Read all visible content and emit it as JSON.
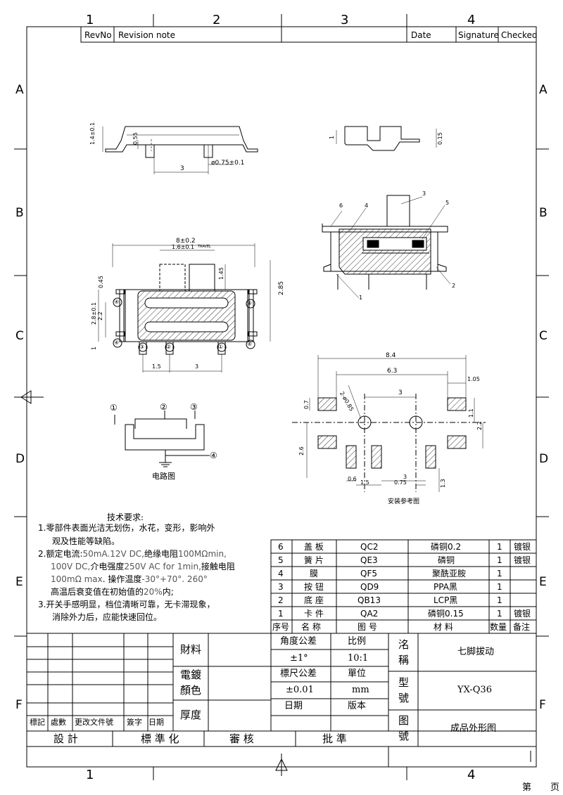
{
  "grid": {
    "cols_top": [
      "1",
      "2",
      "3",
      "4"
    ],
    "cols_bottom": [
      "1",
      "4"
    ],
    "rows": [
      "A",
      "B",
      "C",
      "D",
      "E",
      "F"
    ]
  },
  "revision_header": {
    "revno": "RevNo",
    "note": "Revision note",
    "date": "Date",
    "signature": "Signature",
    "checked": "Checked"
  },
  "dims": {
    "side_height": "1.4±0.1",
    "side_gap": "0.55",
    "side_pitch": "3",
    "side_pin": "ø0.75±0.1",
    "end_height": "1",
    "end_gap": "0.15",
    "width": "8±0.2",
    "travel": "1.6±0.1",
    "travel_label": "TRAVEL",
    "knob": "1.45",
    "total_h": "2.85",
    "body_h": "2.8±0.1",
    "body_h2": "2.2",
    "top_gap": "0.45",
    "bottom_h": "1",
    "pitch1": "1.5",
    "pitch2": "3",
    "pad_total": "8.4",
    "pad_inner": "6.3",
    "pad_w": "1.05",
    "hole_spacing": "3",
    "hole_dia": "2-ø0.85",
    "pad_h": "0.7",
    "pad_v1": "1.1",
    "pad_v2": "2.2",
    "pad_v3": "2.6",
    "pad_bot_w": "0.6",
    "pad_pitch": "1.5",
    "pad_3": "3",
    "pad_075": "0.75",
    "pad_13": "1.3"
  },
  "callouts": [
    "1",
    "2",
    "3",
    "4",
    "5",
    "6"
  ],
  "circled": {
    "c1": "①",
    "c2": "②",
    "c3": "③",
    "c4": "④"
  },
  "labels": {
    "circuit": "电路图",
    "mounting": "安装参考图"
  },
  "notes": {
    "title": "技术要求:",
    "n1a": "1.零部件表面光洁无划伤，水花，变形，影响外",
    "n1b": "观及性能等缺陷。",
    "n2a": "2.额定电流:",
    "n2a_val": "50mA.12V DC,",
    "n2a_tail": "绝缘电阻",
    "n2a_tail2": "100MΩmin,",
    "n2b": "100V DC,",
    "n2b_mid": "介电强度",
    "n2b_val": "250V AC for 1min,",
    "n2b_tail": "接触电阻",
    "n2c": "100mΩ max",
    "n2c_mid": ". 操作温度",
    "n2c_val": "-30°+70°. 260°",
    "n2d": "高温后衰变值在初始值的",
    "n2d_val": "20%",
    "n2d_tail": "内;",
    "n3a": "3.开关手感明显，档位清晰可靠，无卡滞现象，",
    "n3b": "消除外力后，应能快速回位。"
  },
  "bom": {
    "rows": [
      {
        "no": "6",
        "name": "盖  板",
        "code": "QC2",
        "material": "磷铜0.2",
        "qty": "1",
        "note": "镀银"
      },
      {
        "no": "5",
        "name": "簧  片",
        "code": "QE3",
        "material": "磷铜",
        "qty": "1",
        "note": "镀银"
      },
      {
        "no": "4",
        "name": "膜",
        "code": "QF5",
        "material": "聚酰亚胺",
        "qty": "1",
        "note": ""
      },
      {
        "no": "3",
        "name": "按  钮",
        "code": "QD9",
        "material": "PPA黑",
        "qty": "1",
        "note": ""
      },
      {
        "no": "2",
        "name": "底  座",
        "code": "QB13",
        "material": "LCP黑",
        "qty": "1",
        "note": ""
      },
      {
        "no": "1",
        "name": "卡  件",
        "code": "QA2",
        "material": "磷铜0.15",
        "qty": "1",
        "note": "镀银"
      }
    ],
    "header": {
      "no": "序号",
      "name": "名  称",
      "code": "图  号",
      "material": "材    料",
      "qty": "数量",
      "note": "备注"
    }
  },
  "titleblock": {
    "material": "財料",
    "plating1": "電鍍",
    "plating2": "顏色",
    "thickness": "厚度",
    "angle_tol": "角度公差",
    "angle_val": "±1°",
    "scale": "比例",
    "scale_val": "10:1",
    "dim_tol": "標尺公差",
    "dim_val": "±0.01",
    "unit": "單位",
    "unit_val": "mm",
    "date": "日期",
    "version": "版本",
    "name_l1": "洺",
    "name_l2": "稱",
    "name_val": "七脚拔动",
    "model_l1": "型",
    "model_l2": "號",
    "model_val": "YX-Q36",
    "drawing_l1": "图",
    "drawing_l2": "號",
    "drawing_val": "成品外形图",
    "mark": "標記",
    "count": "處數",
    "change": "更改文件號",
    "sign": "簽字",
    "date2": "日期",
    "design": "設    計",
    "standard": "標 準 化",
    "review": "審    核",
    "approve": "批    準",
    "page_a": "第",
    "page_b": "页"
  }
}
